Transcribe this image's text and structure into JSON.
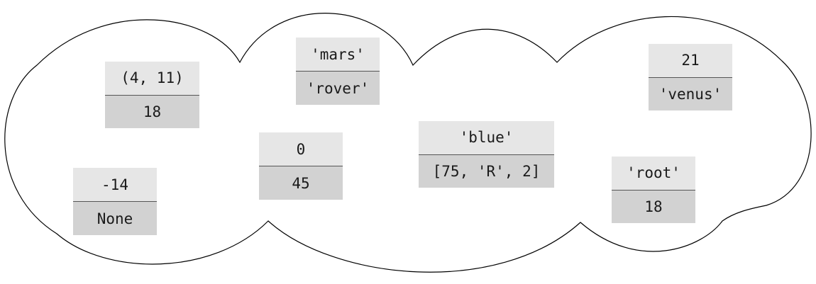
{
  "colors": {
    "outline": "#000000",
    "key_background": "#e6e6e6",
    "value_background": "#d2d2d2",
    "divider": "#555555"
  },
  "pairs": [
    {
      "key": "(4, 11)",
      "value": "18"
    },
    {
      "key": "'mars'",
      "value": "'rover'"
    },
    {
      "key": "21",
      "value": "'venus'"
    },
    {
      "key": "0",
      "value": "45"
    },
    {
      "key": "'blue'",
      "value": "[75, 'R', 2]"
    },
    {
      "key": "-14",
      "value": "None"
    },
    {
      "key": "'root'",
      "value": "18"
    }
  ]
}
